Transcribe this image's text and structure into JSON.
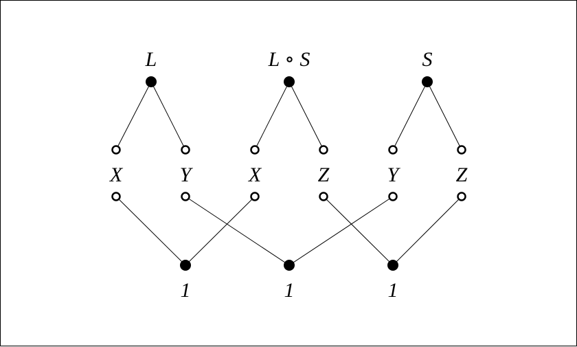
{
  "colors": {
    "stroke": "#000000",
    "filled_node": "#000000",
    "open_node": "#ffffff"
  },
  "top_nodes": [
    {
      "id": "t0",
      "label": "L"
    },
    {
      "id": "t1",
      "label": "L ∘ S"
    },
    {
      "id": "t2",
      "label": "S"
    }
  ],
  "middle_nodes": [
    {
      "id": "m0",
      "label": "X",
      "parent": "t0"
    },
    {
      "id": "m1",
      "label": "Y",
      "parent": "t0"
    },
    {
      "id": "m2",
      "label": "X",
      "parent": "t1"
    },
    {
      "id": "m3",
      "label": "Z",
      "parent": "t1"
    },
    {
      "id": "m4",
      "label": "Y",
      "parent": "t2"
    },
    {
      "id": "m5",
      "label": "Z",
      "parent": "t2"
    }
  ],
  "bottom_nodes": [
    {
      "id": "b0",
      "label": "1"
    },
    {
      "id": "b1",
      "label": "1"
    },
    {
      "id": "b2",
      "label": "1"
    }
  ],
  "bottom_edges": [
    [
      "m0",
      "b0"
    ],
    [
      "m2",
      "b0"
    ],
    [
      "m1",
      "b1"
    ],
    [
      "m4",
      "b1"
    ],
    [
      "m3",
      "b2"
    ],
    [
      "m5",
      "b2"
    ]
  ]
}
